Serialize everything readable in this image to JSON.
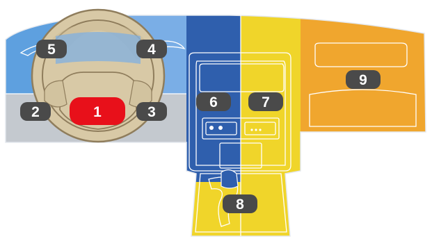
{
  "diagram": {
    "colors": {
      "left_light_blue": "#5ea0df",
      "left_mid_blue": "#7aaee6",
      "panel_gray": "#c4c9cf",
      "center_blue": "#2f5fad",
      "center_yellow": "#f0d52a",
      "right_orange": "#f0a62e",
      "steering_wheel": "#d8c9a6",
      "steering_wheel_edge": "#8f7d5c",
      "badge_dark": "#4a4a4a",
      "badge_highlight": "#e8101a",
      "badge_text": "#ffffff",
      "outline": "#ffffff"
    },
    "zones": [
      {
        "id": "1",
        "label": "1",
        "highlighted": true
      },
      {
        "id": "2",
        "label": "2",
        "highlighted": false
      },
      {
        "id": "3",
        "label": "3",
        "highlighted": false
      },
      {
        "id": "4",
        "label": "4",
        "highlighted": false
      },
      {
        "id": "5",
        "label": "5",
        "highlighted": false
      },
      {
        "id": "6",
        "label": "6",
        "highlighted": false
      },
      {
        "id": "7",
        "label": "7",
        "highlighted": false
      },
      {
        "id": "8",
        "label": "8",
        "highlighted": false
      },
      {
        "id": "9",
        "label": "9",
        "highlighted": false
      }
    ]
  }
}
